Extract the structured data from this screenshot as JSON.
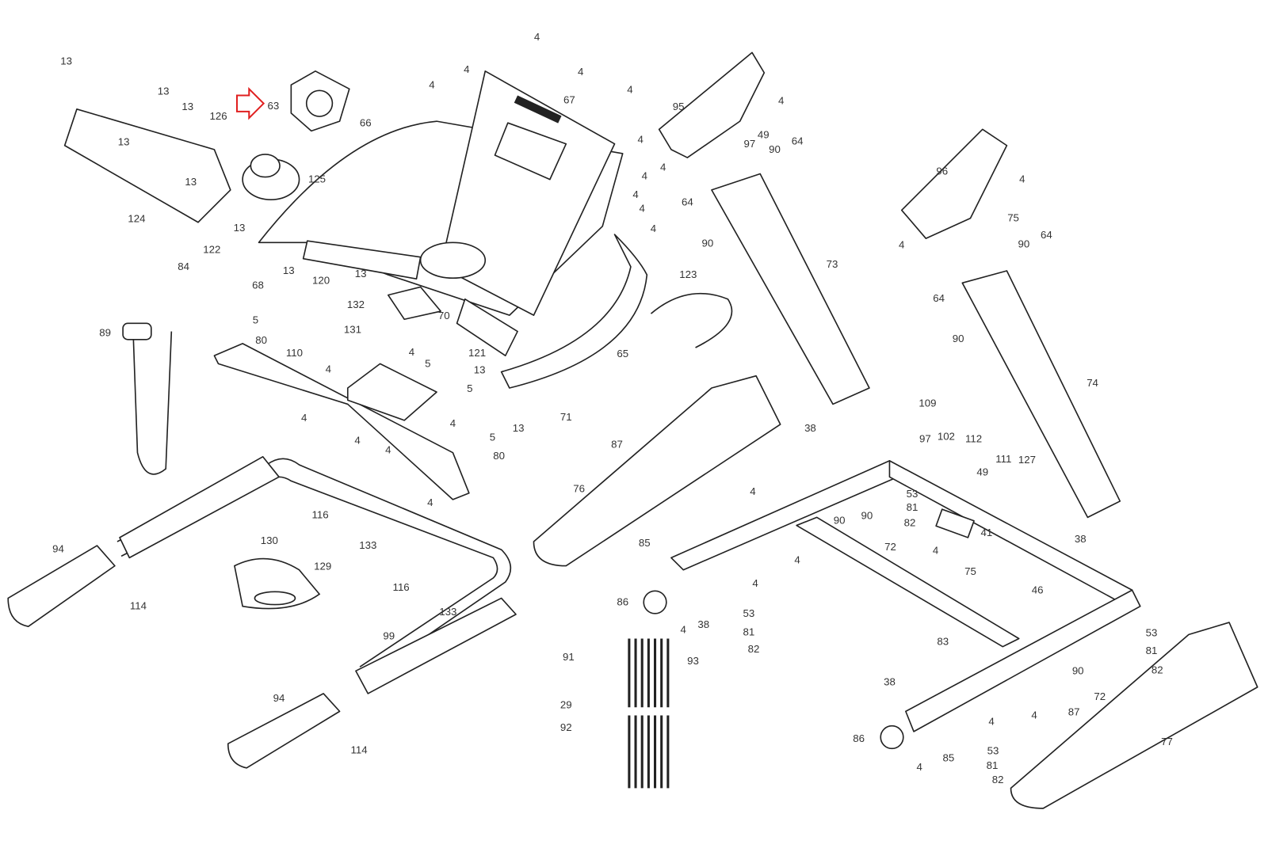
{
  "diagram": {
    "type": "exploded parts diagram",
    "highlight_color": "#e02020",
    "highlighted_part": "63",
    "labels": [
      "13",
      "13",
      "13",
      "13",
      "13",
      "124",
      "126",
      "63",
      "125",
      "66",
      "67",
      "13",
      "13",
      "120",
      "13",
      "122",
      "84",
      "68",
      "5",
      "80",
      "89",
      "132",
      "131",
      "70",
      "110",
      "4",
      "5",
      "4",
      "121",
      "13",
      "65",
      "5",
      "4",
      "4",
      "4",
      "4",
      "5",
      "80",
      "71",
      "13",
      "4",
      "116",
      "133",
      "130",
      "129",
      "94",
      "114",
      "116",
      "133",
      "99",
      "94",
      "114",
      "91",
      "29",
      "92",
      "93",
      "4",
      "4",
      "4",
      "4",
      "4",
      "4",
      "4",
      "4",
      "4",
      "4",
      "95",
      "4",
      "4",
      "97",
      "49",
      "90",
      "64",
      "64",
      "90",
      "73",
      "123",
      "96",
      "4",
      "4",
      "75",
      "90",
      "64",
      "64",
      "90",
      "74",
      "109",
      "38",
      "97",
      "102",
      "112",
      "111",
      "49",
      "127",
      "87",
      "76",
      "4",
      "53",
      "81",
      "82",
      "90",
      "90",
      "72",
      "41",
      "4",
      "85",
      "4",
      "4",
      "38",
      "75",
      "46",
      "86",
      "4",
      "38",
      "53",
      "81",
      "82",
      "83",
      "53",
      "81",
      "82",
      "90",
      "72",
      "38",
      "4",
      "4",
      "87",
      "77",
      "86",
      "85",
      "4",
      "53",
      "81",
      "82"
    ]
  }
}
